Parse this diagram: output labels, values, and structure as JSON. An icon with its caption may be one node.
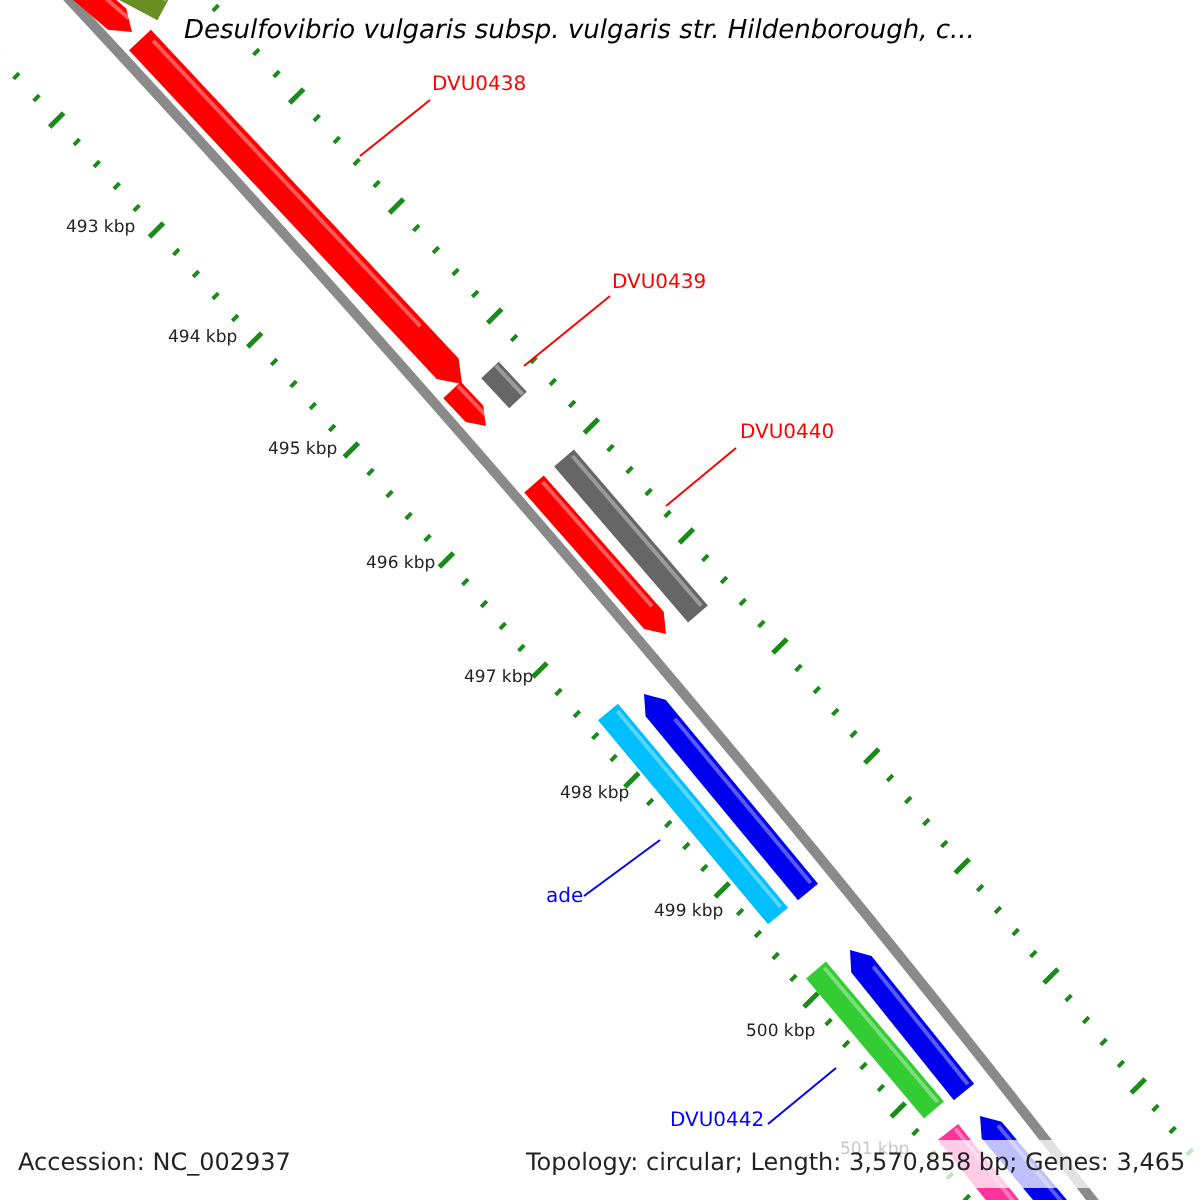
{
  "diagram": {
    "title": "Desulfovibrio vulgaris subsp. vulgaris str. Hildenborough, c...",
    "nodes": [
      {
        "text": [
          "DVU0438"
        ]
      },
      {
        "text": [],
        "shape": "arrow"
      },
      {
        "text": [
          "DVU0439"
        ]
      },
      {
        "text": [],
        "shape": "bar"
      },
      {
        "text": [
          "DVU0440"
        ]
      },
      {
        "text": [],
        "shape": "bar"
      },
      {
        "text": [
          "ade"
        ]
      },
      {
        "text": [],
        "shape": "bar"
      },
      {
        "text": [
          "DVU0442"
        ]
      },
      {
        "text": [],
        "shape": "bar"
      }
    ],
    "edges": [
      {
        "from": 0,
        "to": 1,
        "arrow": "none"
      },
      {
        "from": 2,
        "to": 3,
        "arrow": "none"
      },
      {
        "from": 4,
        "to": 5,
        "arrow": "none"
      },
      {
        "from": 6,
        "to": 7,
        "arrow": "none",
        "color": "#0000ff"
      },
      {
        "from": 8,
        "to": 9,
        "arrow": "none",
        "color": "#0000ff"
      }
    ],
    "labels": [
      "493 kbp",
      "494 kbp",
      "495 kbp",
      "496 kbp",
      "497 kbp",
      "498 kbp",
      "499 kbp",
      "500 kbp",
      "501 kbp",
      "Accession: NC_002937",
      "Topology: circular; Length: 3,570,858 bp; Genes: 3,465"
    ]
  }
}
